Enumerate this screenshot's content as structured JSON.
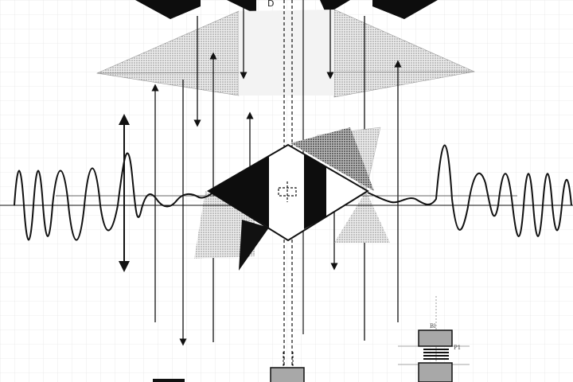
{
  "diagram": {
    "top_label": "D",
    "component_labels": [
      "Bl",
      "P1"
    ],
    "colors": {
      "ink": "#111111",
      "grid": "#e4e4e4",
      "cone_fill": "#9a9a9a",
      "cone_dark": "#6e6e6e",
      "block_fill": "#a8a8a8",
      "background": "#ffffff"
    },
    "icons": [
      "arrow-up-icon",
      "arrow-down-icon",
      "chevron-block-icon",
      "spring-icon"
    ]
  }
}
